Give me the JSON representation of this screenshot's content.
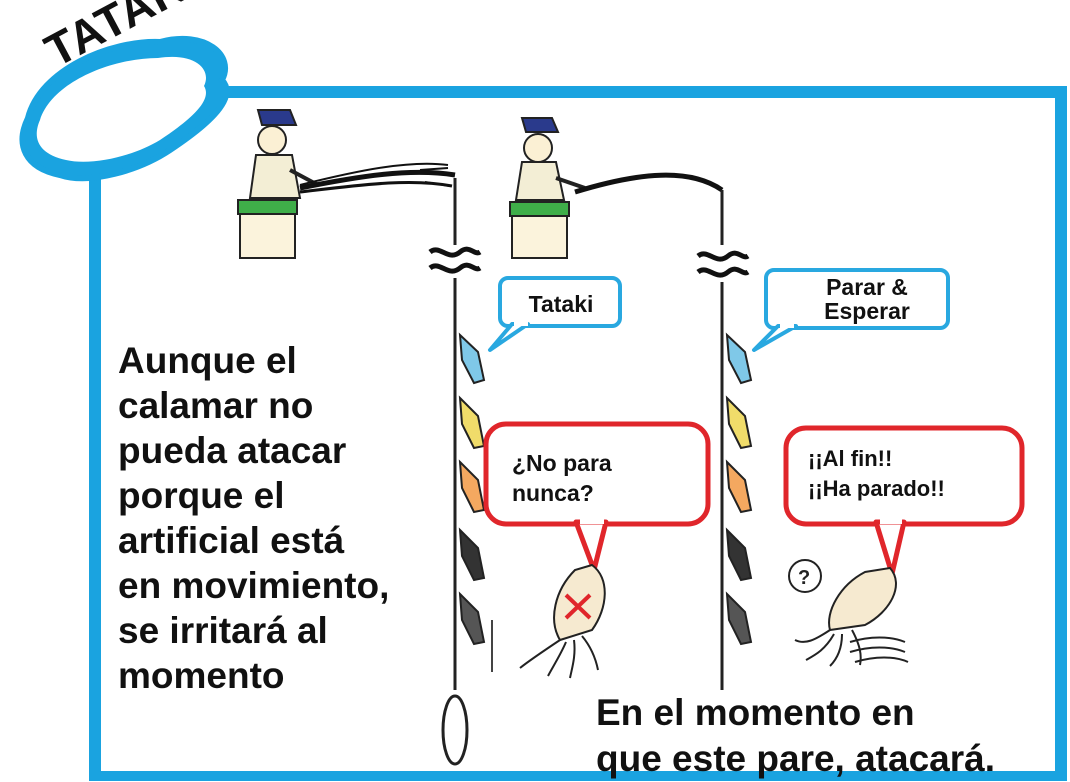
{
  "badge": {
    "label": "TATAKI"
  },
  "bubbles": {
    "tataki": "Tataki",
    "parar": [
      "Parar &",
      "Esperar"
    ],
    "squid_left": [
      "¿No para",
      "nunca?"
    ],
    "squid_right": [
      "¡¡Al fin!!",
      "¡¡Ha parado!!"
    ]
  },
  "main_text": [
    "Aunque el",
    "calamar no",
    "pueda atacar",
    "porque el",
    "artificial está",
    "en movimiento,",
    "se irritará al",
    "momento"
  ],
  "bottom_text": [
    "En el momento en",
    "que este pare, atacará."
  ],
  "colors": {
    "frame": "#1aa3e0",
    "badge": "#1aa3e0",
    "red_bubble": "#e0262b",
    "blue_bubble": "#29a8e0",
    "cap": "#2a3a8c",
    "cooler": "#3fae49"
  },
  "icons": [
    "fisherman-figure",
    "fishing-rod",
    "squid-jig",
    "squid",
    "question-mark"
  ]
}
